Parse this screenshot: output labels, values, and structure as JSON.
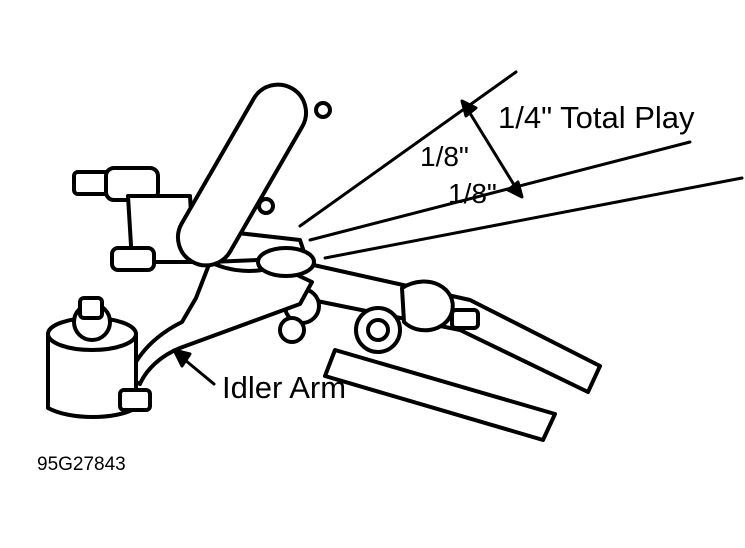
{
  "labels": {
    "total_play": "1/4\" Total Play",
    "upper_eighth": "1/8\"",
    "lower_eighth": "1/8\"",
    "idler_arm": "Idler Arm",
    "figure_code": "95G27843"
  },
  "colors": {
    "ink": "#000000",
    "paper": "#ffffff"
  }
}
